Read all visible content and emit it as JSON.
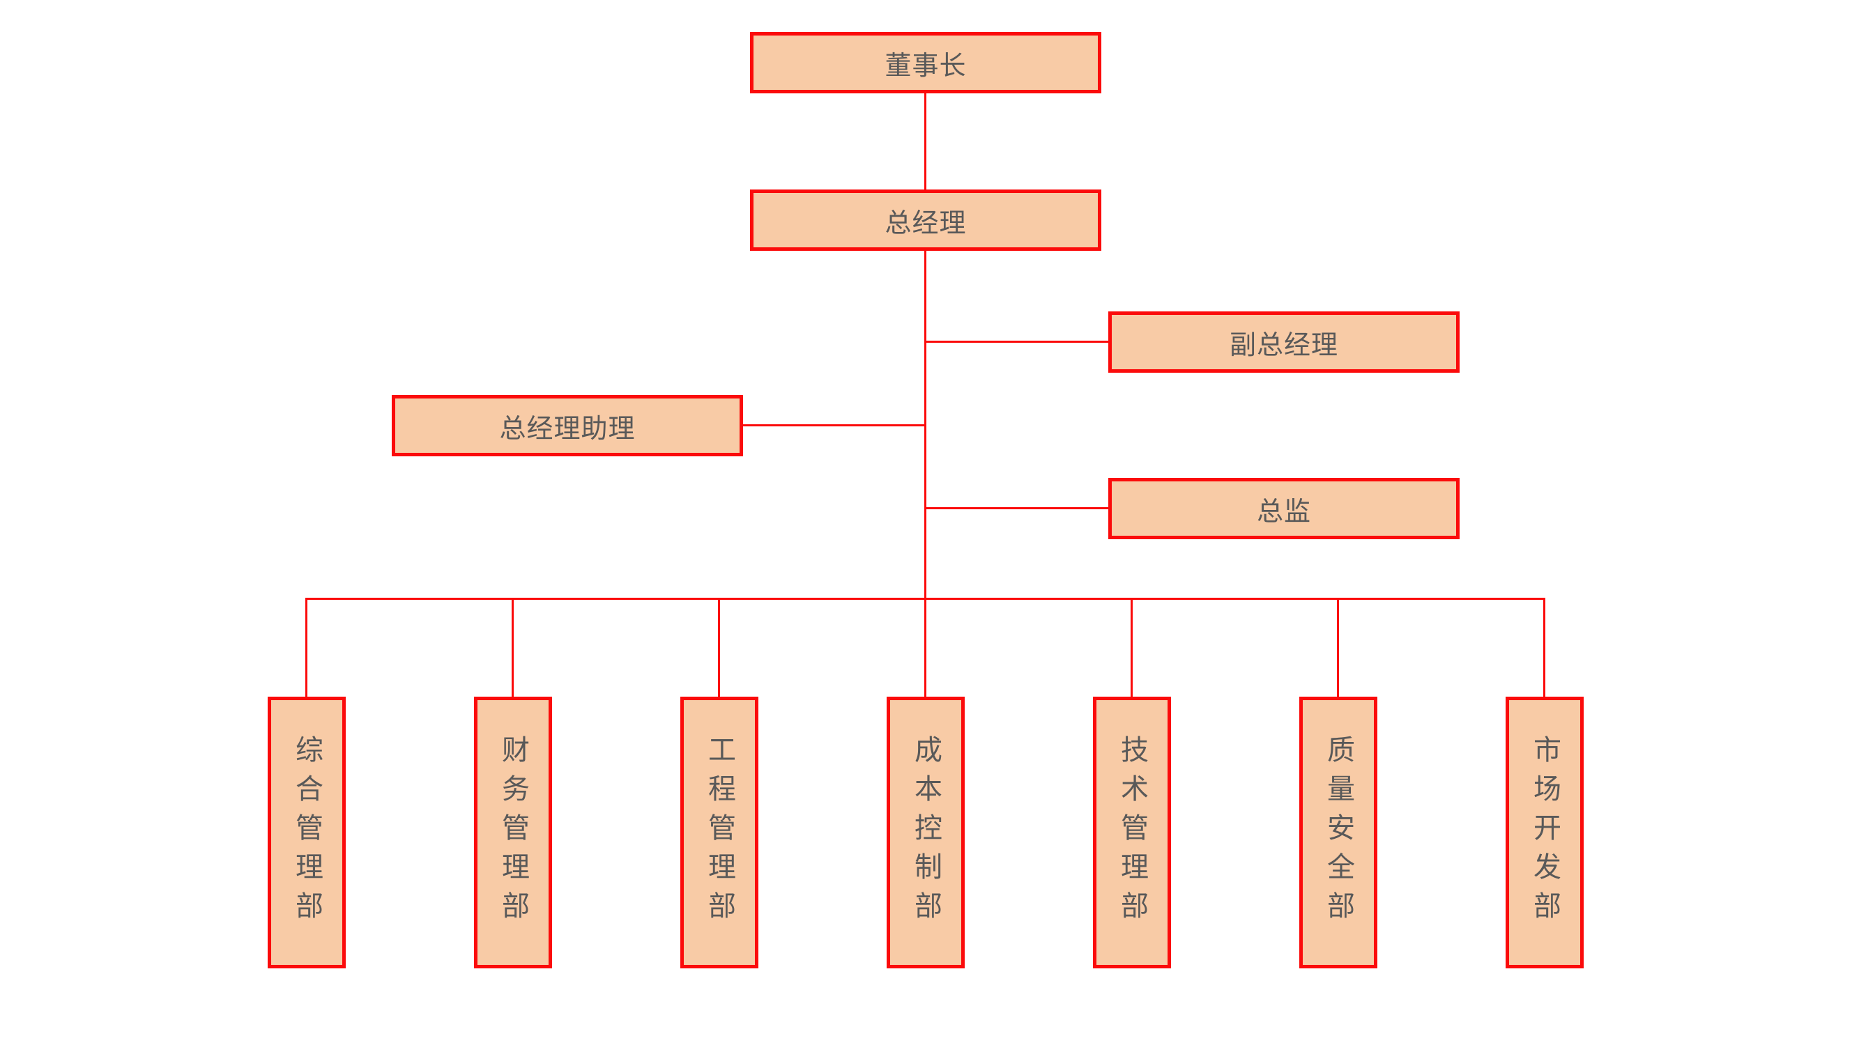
{
  "chart": {
    "type": "org-chart",
    "nodes": {
      "chairman": {
        "label": "董事长"
      },
      "general_manager": {
        "label": "总经理"
      },
      "deputy_general_manager": {
        "label": "副总经理"
      },
      "general_manager_assistant": {
        "label": "总经理助理"
      },
      "director": {
        "label": "总监"
      },
      "departments": [
        {
          "label": "综合管理部"
        },
        {
          "label": "财务管理部"
        },
        {
          "label": "工程管理部"
        },
        {
          "label": "成本控制部"
        },
        {
          "label": "技术管理部"
        },
        {
          "label": "质量安全部"
        },
        {
          "label": "市场开发部"
        }
      ]
    },
    "colors": {
      "box_fill": "#f8cba6",
      "box_border": "#fb0b0b",
      "connector": "#fb0b0b",
      "text": "#595959"
    }
  }
}
